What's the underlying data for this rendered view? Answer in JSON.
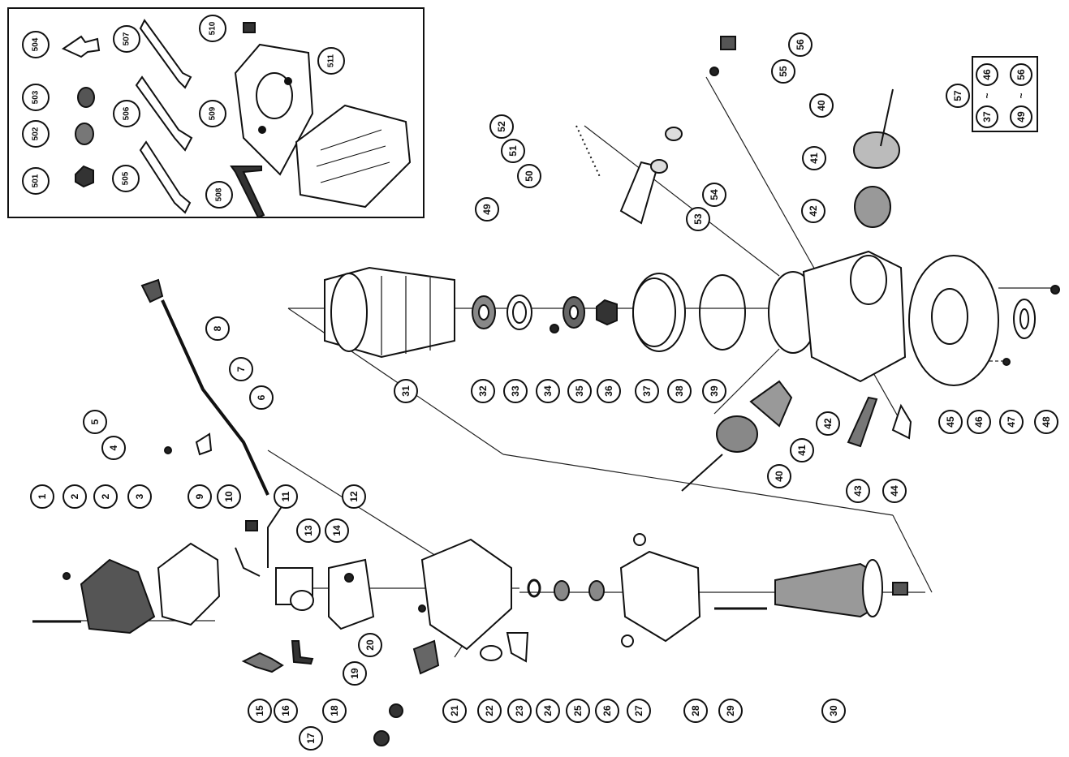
{
  "diagram": {
    "callouts": [
      "1",
      "2",
      "2",
      "3",
      "4",
      "5",
      "6",
      "7",
      "8",
      "9",
      "10",
      "11",
      "12",
      "13",
      "14",
      "15",
      "16",
      "17",
      "18",
      "19",
      "20",
      "21",
      "22",
      "23",
      "24",
      "25",
      "26",
      "27",
      "28",
      "29",
      "30",
      "31",
      "32",
      "33",
      "34",
      "35",
      "36",
      "37",
      "38",
      "39",
      "40",
      "40",
      "41",
      "41",
      "42",
      "42",
      "43",
      "44",
      "45",
      "46",
      "47",
      "48",
      "49",
      "50",
      "51",
      "52",
      "53",
      "54",
      "55",
      "56",
      "57",
      "501",
      "502",
      "503",
      "504",
      "505",
      "506",
      "507",
      "508",
      "509",
      "510",
      "511"
    ],
    "legend_57": {
      "label": "57",
      "ranges": [
        {
          "from": "37",
          "sep": "~",
          "to": "46"
        },
        {
          "from": "49",
          "sep": "~",
          "to": "56"
        }
      ]
    }
  }
}
